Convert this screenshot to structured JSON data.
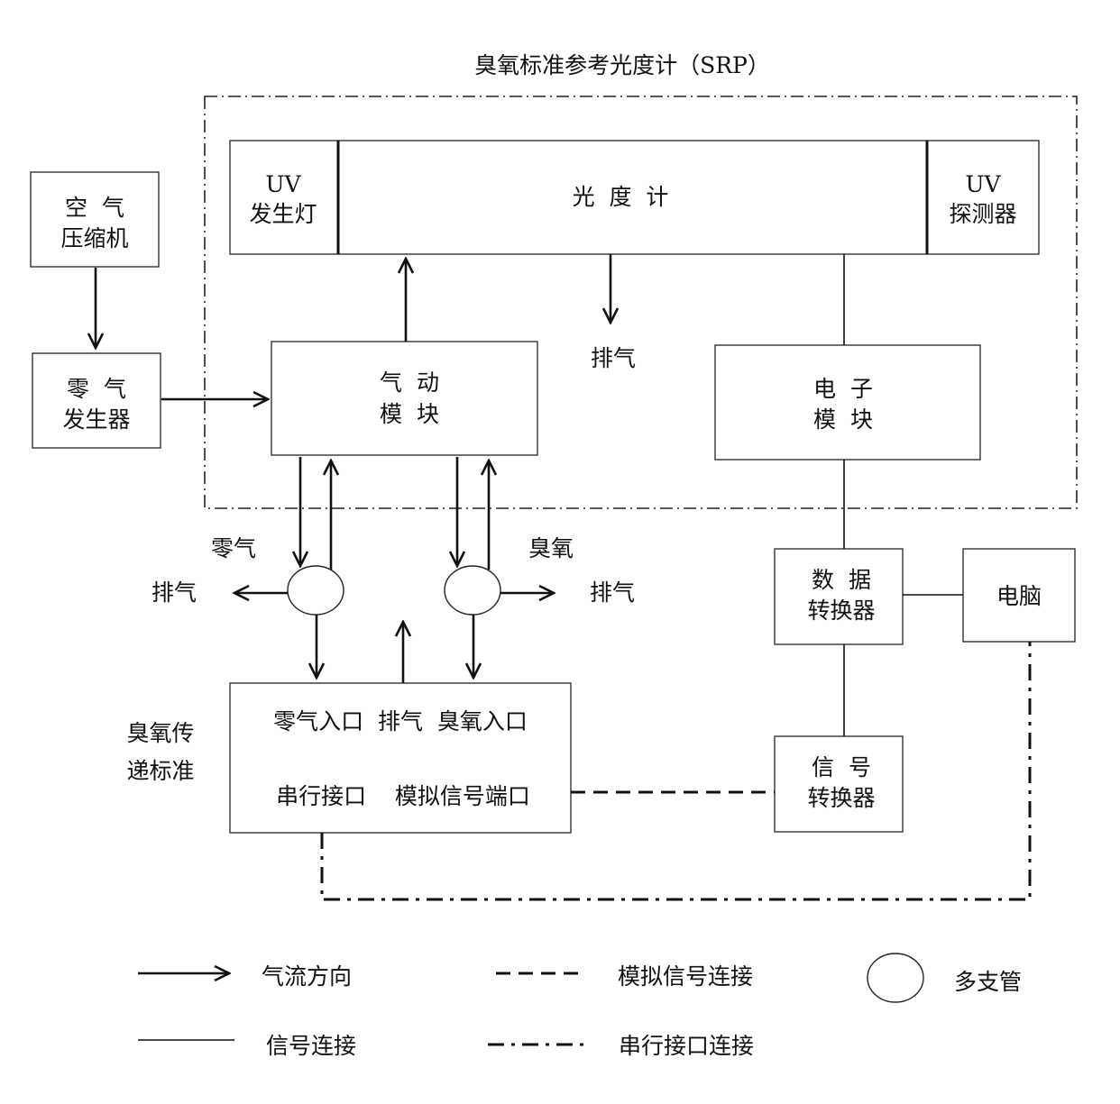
{
  "diagram": {
    "title": "臭氧标准参考光度计（SRP）",
    "photometer": {
      "uv_lamp": [
        "UV",
        "发生灯"
      ],
      "center": "光  度  计",
      "uv_detector": [
        "UV",
        "探测器"
      ]
    },
    "air_compressor": [
      "空  气",
      "压缩机"
    ],
    "zero_air_generator": [
      "零  气",
      "发生器"
    ],
    "pneumatic_module": [
      "气  动",
      "模  块"
    ],
    "electronic_module": [
      "电  子",
      "模  块"
    ],
    "exhaust_top": "排气",
    "zero_air_label": "零气",
    "ozone_label": "臭氧",
    "exhaust_left": "排气",
    "exhaust_right": "排气",
    "data_converter": [
      "数  据",
      "转换器"
    ],
    "computer": "电脑",
    "signal_converter": [
      "信  号",
      "转换器"
    ],
    "transfer_standard_label": [
      "臭氧传",
      "递标准"
    ],
    "transfer_standard": {
      "row1": "零气入口  排气  臭氧入口",
      "row2": "串行接口    模拟信号端口"
    }
  },
  "legend": {
    "airflow": "气流方向",
    "analog": "模拟信号连接",
    "manifold": "多支管",
    "signal": "信号连接",
    "serial": "串行接口连接"
  }
}
